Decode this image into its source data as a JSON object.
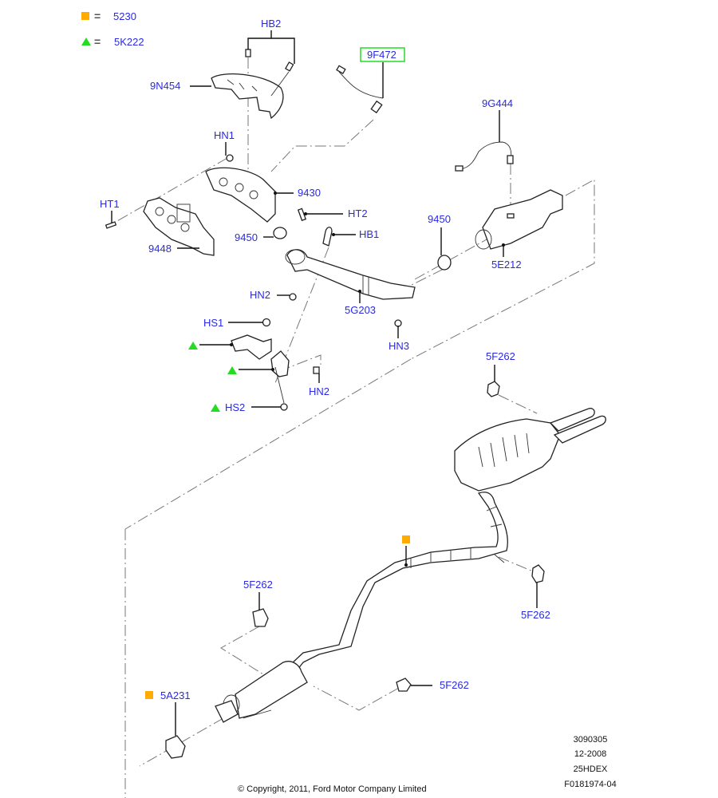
{
  "legend": {
    "items": [
      {
        "symbol": "orange-square",
        "color": "#ffab00",
        "equals": "=",
        "part": "5230"
      },
      {
        "symbol": "green-triangle",
        "color": "#22dd22",
        "equals": "=",
        "part": "5K222"
      }
    ]
  },
  "callouts": {
    "hb2": "HB2",
    "9f472": "9F472",
    "9n454": "9N454",
    "9g444": "9G444",
    "hn1": "HN1",
    "ht1": "HT1",
    "9430": "9430",
    "ht2": "HT2",
    "9450_left": "9450",
    "hb1": "HB1",
    "9448": "9448",
    "9450_right": "9450",
    "5e212": "5E212",
    "hn2_upper": "HN2",
    "5g203": "5G203",
    "hs1": "HS1",
    "hn3": "HN3",
    "hn2_lower": "HN2",
    "hs2": "HS2",
    "5f262_top": "5F262",
    "5f262_mid_left": "5F262",
    "5f262_mid_right": "5F262",
    "5a231": "5A231",
    "5f262_bottom": "5F262"
  },
  "highlighted_callout": "9F472",
  "colors": {
    "label": "#2a2ae6",
    "highlight_box": "#22dd22",
    "marker_orange": "#ffab00",
    "marker_green": "#22dd22"
  },
  "footer": {
    "copyright": "© Copyright, 2011, Ford Motor Company Limited",
    "ref_lines": [
      "3090305",
      "12-2008",
      "25HDEX",
      "F0181974-04"
    ]
  }
}
